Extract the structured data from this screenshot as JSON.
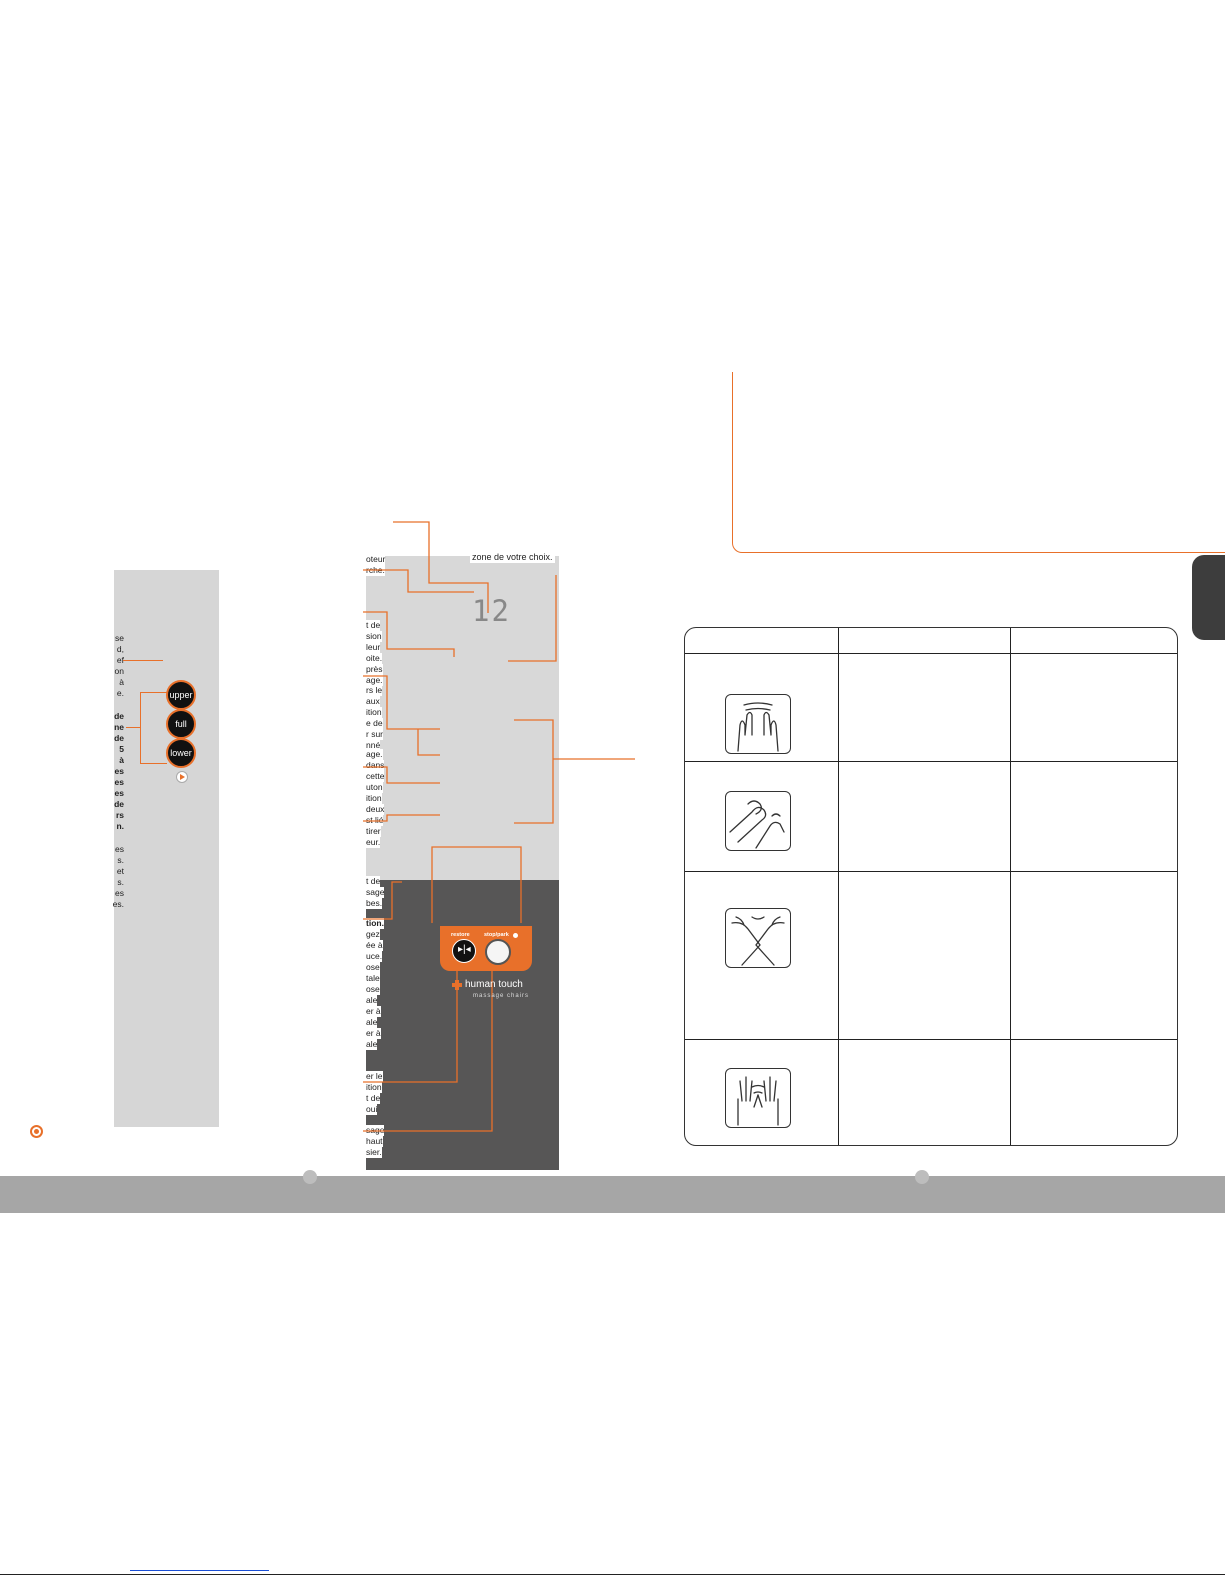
{
  "left_panel": {
    "fragments": [
      {
        "text": "se",
        "bold": false
      },
      {
        "text": "d,",
        "bold": false
      },
      {
        "text": "ef",
        "bold": false
      },
      {
        "text": "on",
        "bold": false
      },
      {
        "text": "à",
        "bold": false
      },
      {
        "text": "e.",
        "bold": false
      },
      {
        "text": "de",
        "bold": true
      },
      {
        "text": "ne",
        "bold": true
      },
      {
        "text": "de",
        "bold": true
      },
      {
        "text": "5",
        "bold": true
      },
      {
        "text": "à",
        "bold": true
      },
      {
        "text": "es",
        "bold": true
      },
      {
        "text": "es",
        "bold": true
      },
      {
        "text": "es",
        "bold": true
      },
      {
        "text": "de",
        "bold": true
      },
      {
        "text": "rs",
        "bold": true
      },
      {
        "text": "n.",
        "bold": true
      },
      {
        "text": "es",
        "bold": false
      },
      {
        "text": "s.",
        "bold": false
      },
      {
        "text": "et",
        "bold": false
      },
      {
        "text": "s.",
        "bold": false
      },
      {
        "text": "es",
        "bold": false
      },
      {
        "text": "es.",
        "bold": false
      }
    ],
    "buttons": {
      "upper": "upper",
      "full": "full",
      "lower": "lower"
    }
  },
  "remote": {
    "zone_text": "zone de votre choix.",
    "display_digits": "12",
    "restore_label": "restore",
    "stop_label": "stop/park",
    "brand": "human touch",
    "brand_sub": "massage chairs",
    "fragments_light": [
      "oteur",
      "rche.",
      "t de",
      "sion",
      "leur",
      "oite.",
      "près",
      "age.",
      "rs le",
      "aux",
      "ition",
      "e de",
      "r sur",
      "nné",
      "age.",
      "dans",
      "cette",
      "uton",
      "ition",
      "deux",
      "st lié",
      "tirer",
      "eur."
    ],
    "fragments_dark": [
      "t de",
      "sage",
      "bes.",
      "tion.",
      "gez",
      "ée à",
      "uce.",
      "ose",
      "tale",
      "ose",
      "ale",
      "er à",
      "ale",
      "er à",
      "ale",
      "er le",
      "ition",
      "t de",
      "oui",
      "sage",
      "haut",
      "sier."
    ]
  },
  "colors": {
    "accent": "#e8702a",
    "panel_grey": "#d6d6d6",
    "dark_grey": "#575656",
    "footer_grey": "#a6a6a6"
  },
  "icons": [
    "palms-icon",
    "fist-kneading-icon",
    "hands-icon",
    "open-hands-icon",
    "target-icon"
  ]
}
